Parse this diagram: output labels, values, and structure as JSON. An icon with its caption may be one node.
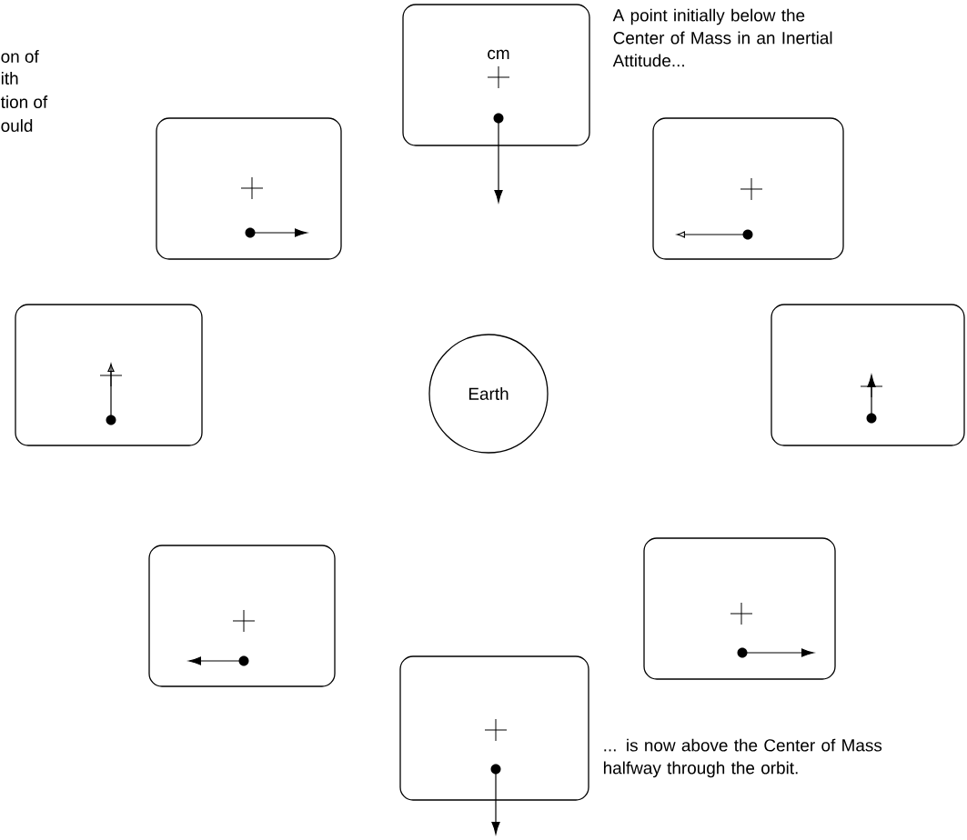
{
  "diagram": {
    "nodes": [
      {
        "text": [
          "cm"
        ]
      },
      {
        "text": [],
        "shape": "box"
      },
      {
        "text": [],
        "shape": "box"
      },
      {
        "text": [],
        "shape": "box"
      },
      {
        "text": [
          "Earth"
        ]
      },
      {
        "text": [],
        "shape": "box"
      },
      {
        "text": [],
        "shape": "box"
      },
      {
        "text": [],
        "shape": "box"
      },
      {
        "text": [],
        "shape": "box"
      }
    ],
    "labels": [
      "on of",
      "ith",
      "tion of",
      "ould",
      "A point initially below the Center of Mass in an Inertial Attitude...",
      "... is now above the Center of Mass halfway through the orbit."
    ]
  }
}
